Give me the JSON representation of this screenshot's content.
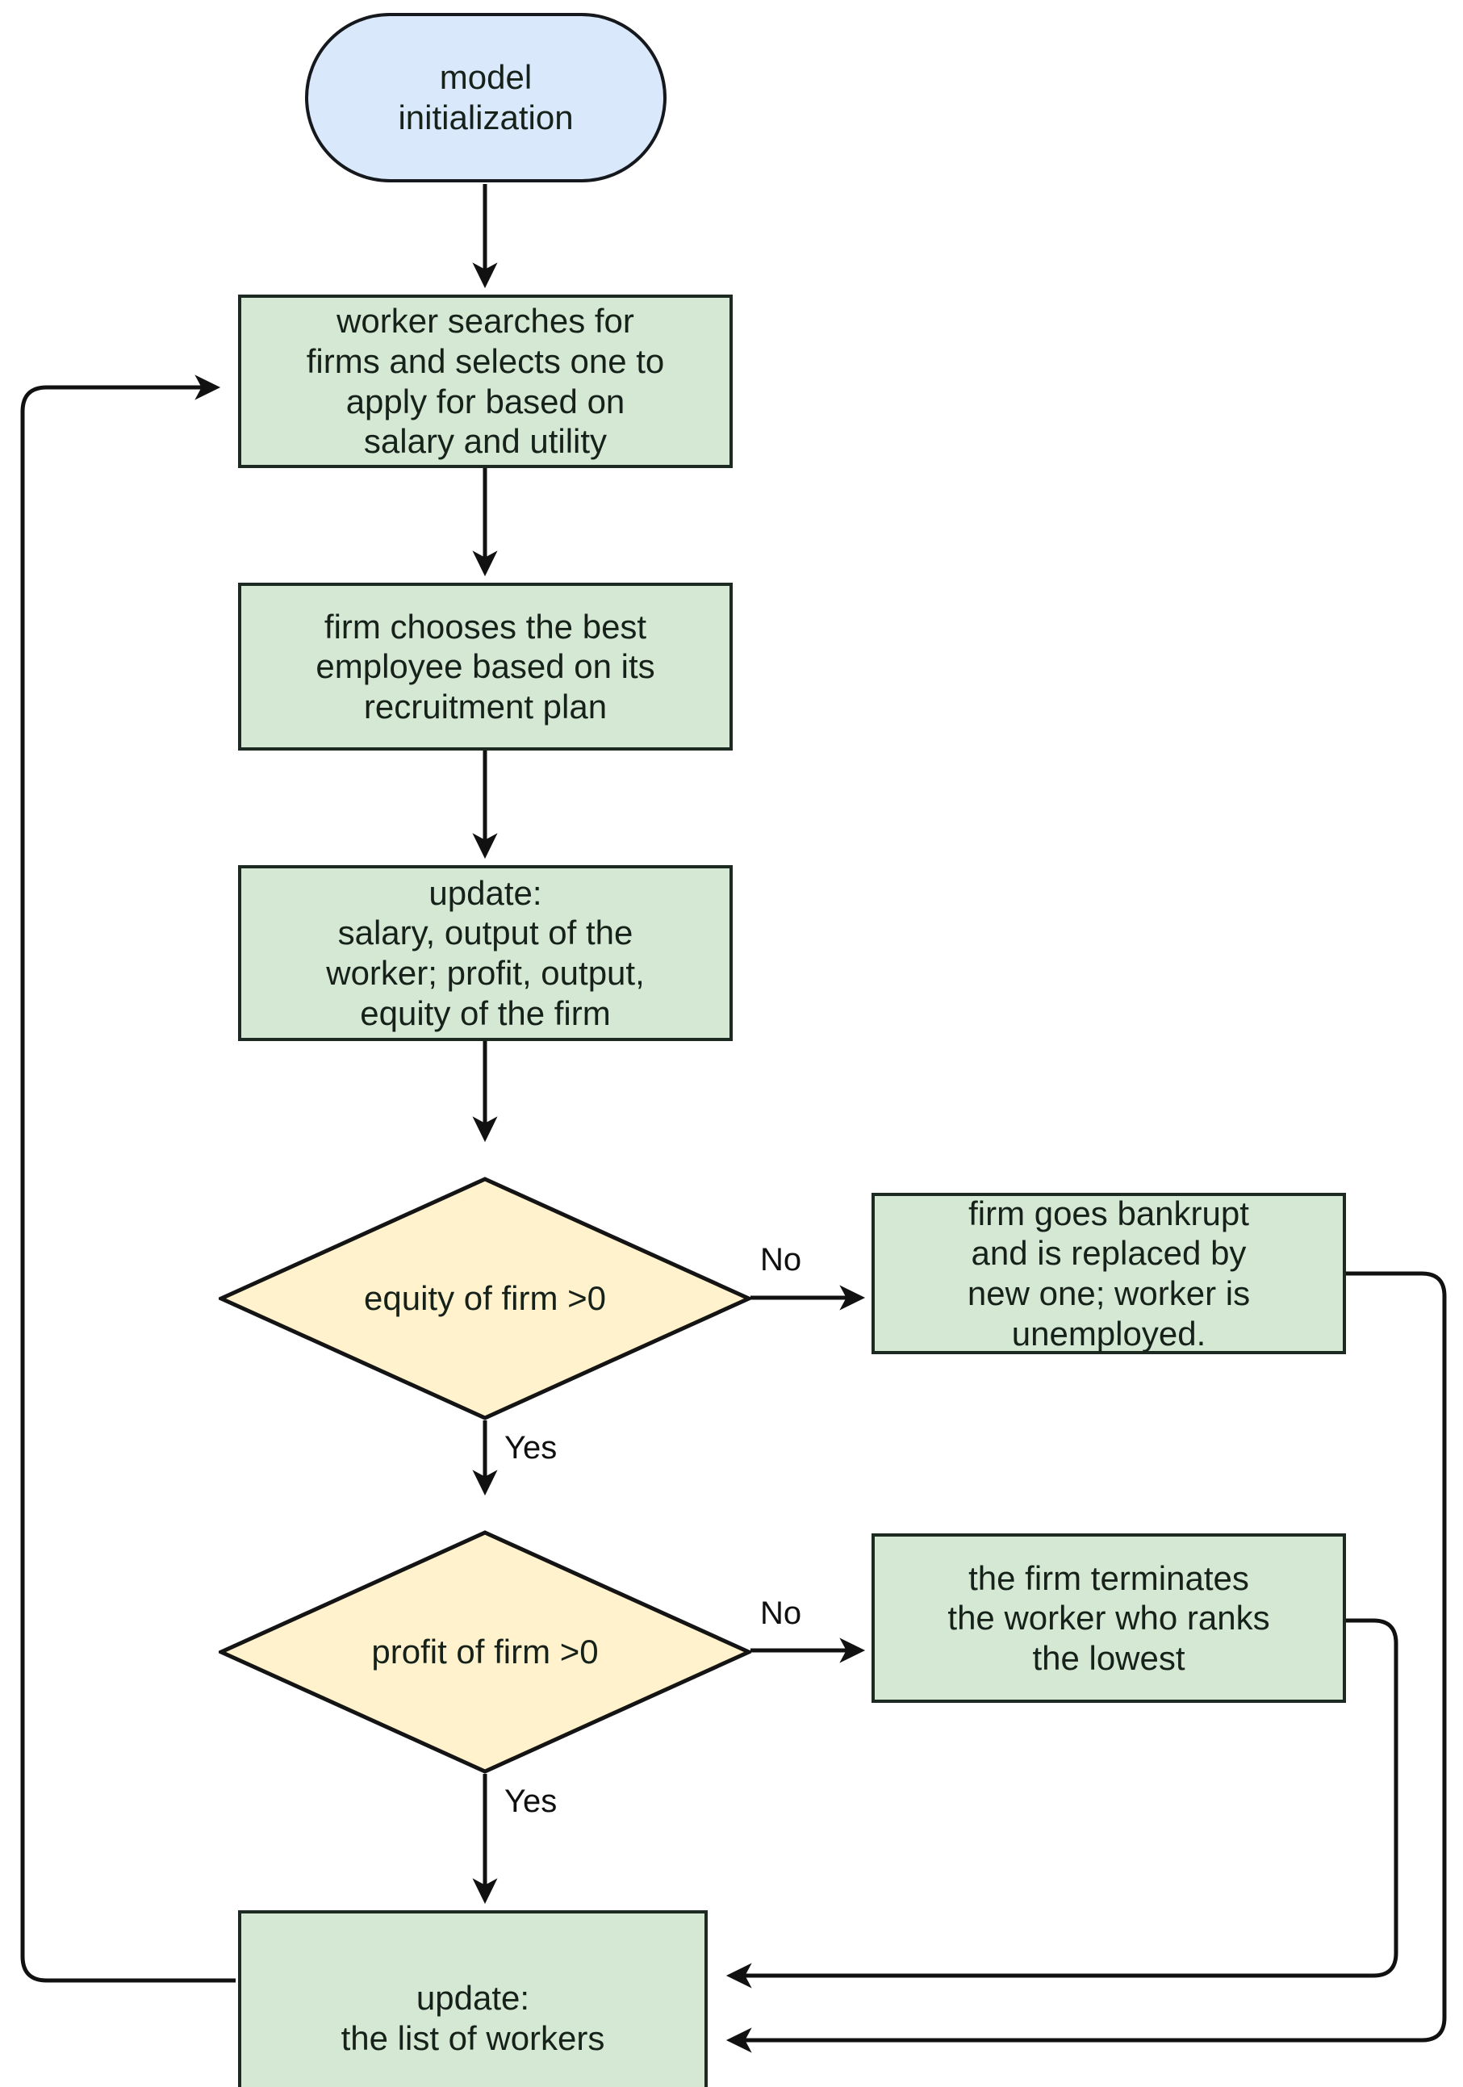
{
  "diagram": {
    "title": "agent-based labour market model flowchart",
    "type": "flowchart",
    "colors": {
      "start_fill": "#dae8fc",
      "process_fill": "#d5e8d4",
      "decision_fill": "#fff2cc",
      "stroke": "#1d2a22",
      "text": "#16211a",
      "background": "#ffffff"
    },
    "nodes": [
      {
        "id": "start",
        "shape": "oval",
        "label": "model\ninitialization"
      },
      {
        "id": "worker_search",
        "shape": "rectangle",
        "label": "worker searches for\nfirms and selects one to\napply for based on\nsalary and utility"
      },
      {
        "id": "firm_chooses",
        "shape": "rectangle",
        "label": "firm chooses the best\nemployee based on its\nrecruitment plan"
      },
      {
        "id": "update_metrics",
        "shape": "rectangle",
        "label": "update:\nsalary, output of the\nworker; profit, output,\nequity of the firm"
      },
      {
        "id": "equity_check",
        "shape": "diamond",
        "label": "equity of firm >0"
      },
      {
        "id": "bankrupt",
        "shape": "rectangle",
        "label": "firm goes bankrupt\nand is replaced by\nnew one; worker is\nunemployed."
      },
      {
        "id": "profit_check",
        "shape": "diamond",
        "label": "profit of firm >0"
      },
      {
        "id": "terminate",
        "shape": "rectangle",
        "label": "the firm terminates\nthe worker who ranks\nthe lowest"
      },
      {
        "id": "update_workers",
        "shape": "rectangle",
        "label": "update:\nthe list of workers"
      }
    ],
    "edge_labels": {
      "equity_no": "No",
      "equity_yes": "Yes",
      "profit_no": "No",
      "profit_yes": "Yes"
    },
    "edges": [
      {
        "from": "start",
        "to": "worker_search",
        "label": ""
      },
      {
        "from": "worker_search",
        "to": "firm_chooses",
        "label": ""
      },
      {
        "from": "firm_chooses",
        "to": "update_metrics",
        "label": ""
      },
      {
        "from": "update_metrics",
        "to": "equity_check",
        "label": ""
      },
      {
        "from": "equity_check",
        "to": "bankrupt",
        "label": "No"
      },
      {
        "from": "equity_check",
        "to": "profit_check",
        "label": "Yes"
      },
      {
        "from": "profit_check",
        "to": "terminate",
        "label": "No"
      },
      {
        "from": "profit_check",
        "to": "update_workers",
        "label": "Yes"
      },
      {
        "from": "bankrupt",
        "to": "update_workers",
        "label": ""
      },
      {
        "from": "terminate",
        "to": "update_workers",
        "label": ""
      },
      {
        "from": "update_workers",
        "to": "worker_search",
        "label": ""
      }
    ]
  }
}
